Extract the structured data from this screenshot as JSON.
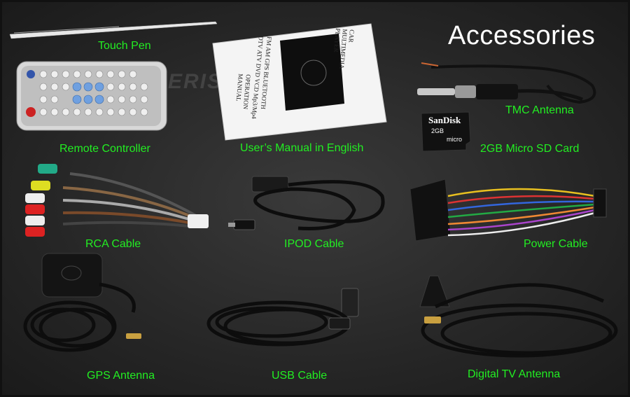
{
  "title": "Accessories",
  "watermark": "ERISIN",
  "label_color": "#22ee22",
  "manual": {
    "line1": "CAR",
    "line2": "MULTIMEDIA",
    "line3": "PLAYER",
    "line4": "FM AM GPS BLUETOOTH",
    "line5": "DTV ATV DVD VCD Mp3/Mp4",
    "line6": "OPERATION",
    "line7": "MANUAL"
  },
  "sdcard": {
    "brand": "SanDisk",
    "capacity": "2GB",
    "type": "micro"
  },
  "items": [
    {
      "label": "Touch Pen"
    },
    {
      "label": "Remote Controller"
    },
    {
      "label": "User’s Manual in English"
    },
    {
      "label": "TMC Antenna"
    },
    {
      "label": "2GB Micro SD Card"
    },
    {
      "label": "RCA Cable"
    },
    {
      "label": "IPOD Cable"
    },
    {
      "label": "Power Cable"
    },
    {
      "label": "GPS Antenna"
    },
    {
      "label": "USB Cable"
    },
    {
      "label": "Digital TV Antenna"
    }
  ]
}
